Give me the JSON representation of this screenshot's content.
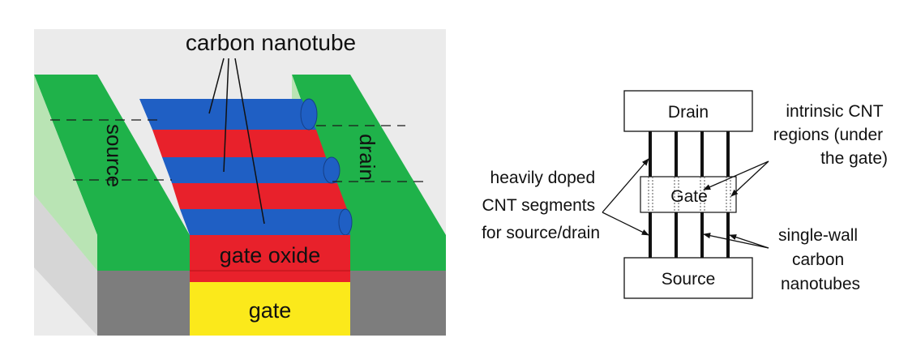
{
  "left_figure": {
    "title_label": "carbon nanotube",
    "source_label": "source",
    "drain_label": "drain",
    "gate_oxide_label": "gate oxide",
    "gate_label": "gate",
    "colors": {
      "electrode": "#1fb24a",
      "electrode_side": "#b9e4b4",
      "nanotube": "#1f5fc4",
      "oxide": "#e8212b",
      "gate": "#fbe91b",
      "substrate": "#7d7d7d",
      "background": "#ebebeb"
    }
  },
  "right_figure": {
    "drain_label": "Drain",
    "gate_label": "Gate",
    "source_label": "Source",
    "intrinsic_label_lines": [
      "intrinsic CNT",
      "regions (under",
      "the gate)"
    ],
    "doped_label_lines": [
      "heavily doped",
      "CNT segments",
      "for source/drain"
    ],
    "swnt_label_lines": [
      "single-wall",
      "carbon",
      "nanotubes"
    ]
  }
}
